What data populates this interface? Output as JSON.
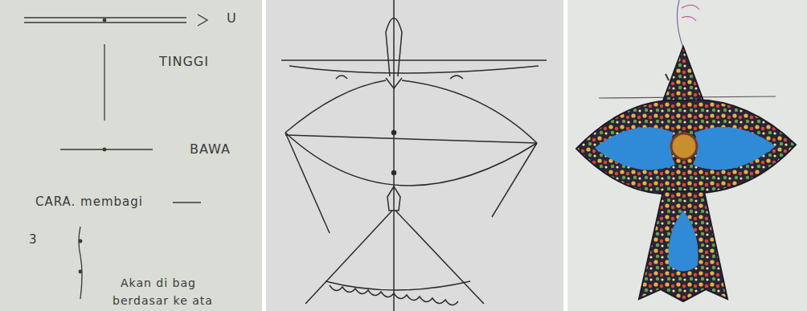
{
  "diagram": {
    "labels": [
      "U",
      "TINGGI",
      "BAWA",
      "CARA. membagi",
      "3",
      "Akan di bag",
      "berdasar ke ata"
    ]
  }
}
